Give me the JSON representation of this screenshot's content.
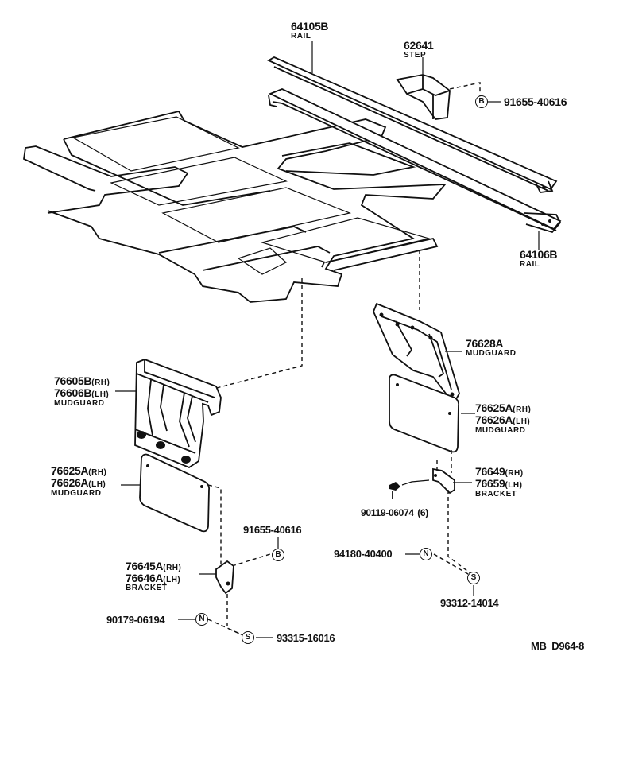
{
  "parts": {
    "rail_upper": {
      "number": "64105B",
      "name": "RAIL"
    },
    "step": {
      "number": "62641",
      "name": "STEP"
    },
    "step_bolt": {
      "tag": "B",
      "number": "91655-40616"
    },
    "rail_lower": {
      "number": "64106B",
      "name": "RAIL"
    },
    "rear_mudguard_upper": {
      "number": "76628A",
      "name": "MUDGUARD"
    },
    "rear_mudguard_flap": {
      "number_rh": "76625A",
      "suffix_rh": "(RH)",
      "number_lh": "76626A",
      "suffix_lh": "(LH)",
      "name": "MUDGUARD"
    },
    "rear_bracket": {
      "number_rh": "76649",
      "suffix_rh": "(RH)",
      "number_lh": "76659",
      "suffix_lh": "(LH)",
      "name": "BRACKET"
    },
    "rear_screw": {
      "number": "90119-06074",
      "qty": "(6)"
    },
    "rear_nut": {
      "tag": "N",
      "number": "94180-40400"
    },
    "rear_washer": {
      "tag": "S",
      "number": "93312-14014"
    },
    "front_mudguard_upper": {
      "number_rh": "76605B",
      "suffix_rh": "(RH)",
      "number_lh": "76606B",
      "suffix_lh": "(LH)",
      "name": "MUDGUARD"
    },
    "front_mudguard_flap": {
      "number_rh": "76625A",
      "suffix_rh": "(RH)",
      "number_lh": "76626A",
      "suffix_lh": "(LH)",
      "name": "MUDGUARD"
    },
    "front_bolt": {
      "tag": "B",
      "number": "91655-40616"
    },
    "front_bracket": {
      "number_rh": "76645A",
      "suffix_rh": "(RH)",
      "number_lh": "76646A",
      "suffix_lh": "(LH)",
      "name": "BRACKET"
    },
    "front_nut": {
      "tag": "N",
      "number": "90179-06194"
    },
    "front_washer": {
      "tag": "S",
      "number": "93315-16016"
    }
  },
  "footer_code": "MB  D964-8",
  "icons": [
    "floor-frame",
    "rail",
    "step-bracket",
    "mudguard",
    "bracket",
    "bolt",
    "nut",
    "washer"
  ]
}
